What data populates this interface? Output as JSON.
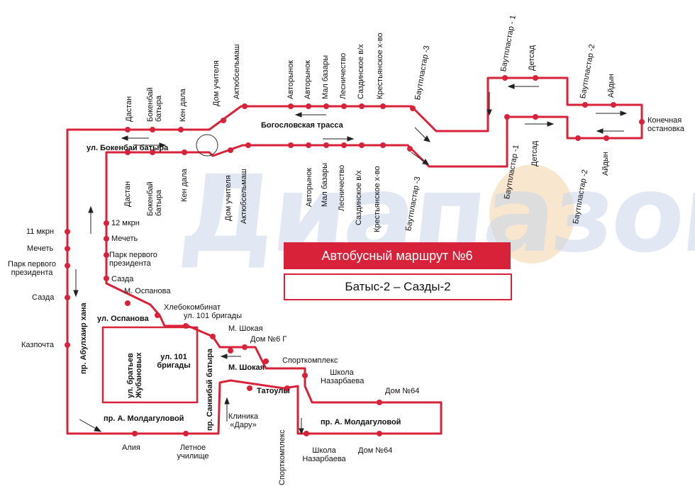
{
  "title": "Автобусный маршрут №6",
  "route": "Батыс-2 – Сазды-2",
  "watermark": "Диапазон",
  "colors": {
    "route": "#d8223a",
    "stop": "#d8223a",
    "text": "#111111",
    "watermark": "#c9d6ec"
  },
  "streets": {
    "bokonbai": "ул. Бокенбай батыра",
    "bogoslovskaya": "Богословская трасса",
    "abulkhair": "пр. Абулхаир хана",
    "ospanova": "ул. Оспанова",
    "bratyev": "ул. братьев Жубановых",
    "brigady101": "ул. 101 бригады",
    "sankibai": "пр. Санкибай батыра",
    "moldagulova_left": "пр. А. Молдагуловой",
    "moldagulova_right": "пр. А. Молдагуловой",
    "shokaya": "М. Шокая",
    "tatoulyi": "Татоулы"
  },
  "top_stops_upper": [
    "Дастан",
    "Бокенбай батыра",
    "Кен дала",
    "Дом учителя",
    "Актюбсельмаш",
    "Авторынок",
    "Авторынок",
    "Мал базары",
    "Лесничество",
    "Саздинское в/х",
    "Крестьянское х-во",
    "Баутпластар -3",
    "Баутпластар - 1",
    "Детсад",
    "Баутпластар -2",
    "Айдын"
  ],
  "top_stops_lower": [
    "Дастан",
    "Бокенбай батыра",
    "Кен дала",
    "Дом учителя",
    "Актюбсельмаш",
    "Авторынок",
    "Мал базары",
    "Лесничество",
    "Саздинское в/х",
    "Крестьянское х-во",
    "Баутпластар -3",
    "Баутпластар -1",
    "Детсад",
    "Баутпластар -2",
    "Айдын"
  ],
  "terminal": "Конечная остановка",
  "left_outer": [
    "11 мкрн",
    "Мечеть",
    "Парк первого президента",
    "Сазда",
    "Казпочта"
  ],
  "left_inner": [
    "12 мкрн",
    "Мечеть",
    "Парк первого президента",
    "Сазда",
    "М. Оспанова"
  ],
  "inner_stops": [
    "Хлебокомбинат",
    "ул. 101 бригады",
    "М. Шокая",
    "Дом №6 Г",
    "Спорткомплекс",
    "Школа Назарбаева",
    "Дом №64"
  ],
  "bottom_stops": [
    "Алия",
    "Летное училище",
    "Клиника «Дару»",
    "Спорткомплекс",
    "Школа Назарбаева",
    "Дом №64"
  ]
}
